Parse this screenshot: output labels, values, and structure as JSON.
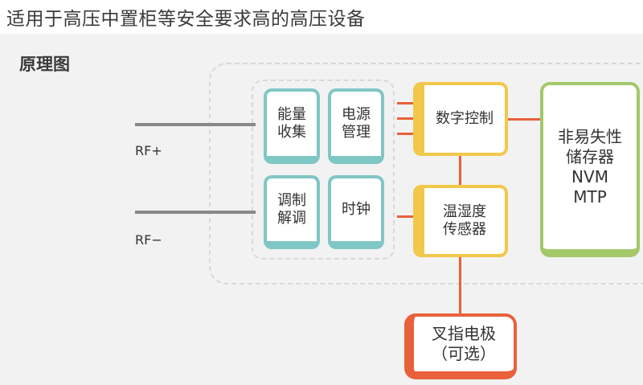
{
  "headline": "适用于高压中置柜等安全要求高的高压设备",
  "section_title": "原理图",
  "blocks": {
    "energy": "能量\n收集",
    "power": "电源\n管理",
    "modem": "调制\n解调",
    "clock": "时钟",
    "digital": "数字控制",
    "sensor": "温湿度\n传感器",
    "nvm": "非易失性\n储存器\nNVM\nMTP",
    "electrode": "叉指电极\n（可选）"
  },
  "labels": {
    "rf_plus": "RF+",
    "rf_minus": "RF−"
  },
  "colors": {
    "teal": "#7fc7c4",
    "yellow": "#f2c84a",
    "green": "#a3c86a",
    "red": "#e8613b",
    "wire_gray": "#888888"
  }
}
